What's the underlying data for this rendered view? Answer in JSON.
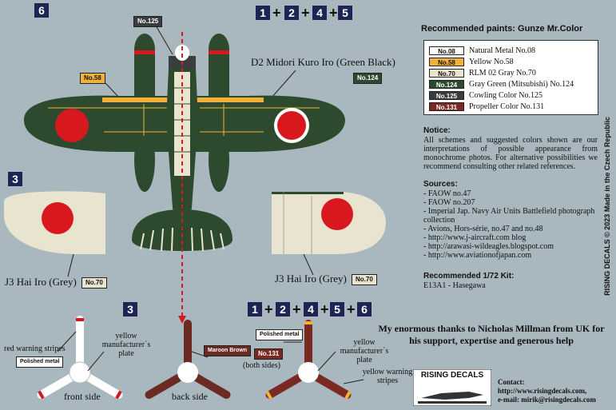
{
  "scheme": {
    "number_6_top": "6",
    "top_group": [
      "1",
      "2",
      "4",
      "5"
    ],
    "plus": "+",
    "number_3_left": "3",
    "number_3_bottom": "3",
    "bottom_group": [
      "1",
      "2",
      "4",
      "5",
      "6"
    ]
  },
  "callouts": {
    "no125": "No.125",
    "no58": "No.58",
    "d2": "D2 Midori Kuro Iro (Green Black)",
    "no124": "No.124",
    "j3_left": "J3 Hai Iro (Grey)",
    "no70_left": "No.70",
    "j3_right": "J3 Hai Iro (Grey)",
    "no70_right": "No.70"
  },
  "props": {
    "red_stripes": "red warning stripes",
    "polished_left": "Polished metal",
    "yellow_plate_left": "yellow manufacturer´s plate",
    "front_side": "front side",
    "maroon": "Maroon Brown",
    "back_side": "back side",
    "polished_right": "Polished metal",
    "no131": "No.131",
    "both_sides": "(both sides)",
    "yellow_plate_right": "yellow manufacturer´s plate",
    "yellow_stripes": "yellow warning stripes"
  },
  "paints": {
    "title": "Recommended paints: Gunze Mr.Color",
    "rows": [
      {
        "code": "No.08",
        "name": "Natural Metal No.08",
        "bg": "#ffffff",
        "fg": "#111111"
      },
      {
        "code": "No.58",
        "name": "Yellow No.58",
        "bg": "#f0b23a",
        "fg": "#111111"
      },
      {
        "code": "No.70",
        "name": "RLM 02 Gray No.70",
        "bg": "#e9e4cf",
        "fg": "#111111"
      },
      {
        "code": "No.124",
        "name": "Gray Green (Mitsubishi) No.124",
        "bg": "#2d4a2e",
        "fg": "#ffffff"
      },
      {
        "code": "No.125",
        "name": "Cowling Color No.125",
        "bg": "#3a3d3e",
        "fg": "#ffffff"
      },
      {
        "code": "No.131",
        "name": "Propeller Color No.131",
        "bg": "#7a2a22",
        "fg": "#ffffff"
      }
    ]
  },
  "notice": {
    "title": "Notice:",
    "text": "All schemes and suggested colors shown are our interpretations of possible appearance from monochrome photos. For alternative possibilities we recommend consulting other related references."
  },
  "sources": {
    "title": "Sources:",
    "items": [
      "- FAOW no.47",
      "- FAOW no.207",
      "- Imperial Jap. Navy Air Units Battlefield photograph collection",
      "- Avions, Hors-série, no.47 and no.48",
      "- http://www.j-aircraft.com blog",
      "- http://arawasi-wildeagles.blogspot.com",
      "- http://www.aviationofjapan.com"
    ]
  },
  "kit": {
    "title": "Recommended 1/72 Kit:",
    "text": "E13A1 - Hasegawa"
  },
  "vertical": "RISING DECALS © 2023 Made in the Czech Republic",
  "thanks": "My enormous thanks to Nicholas Millman from UK for his support, expertise and generous help",
  "logo": "RISING DECALS",
  "contact": {
    "title": "Contact:",
    "web": "http://www.risingdecals.com,",
    "email": "e-mail: mirik@risingdecals.com"
  },
  "colors": {
    "green": "#2d4a2e",
    "grey": "#e9e4cf",
    "red": "#d7191f",
    "yellow": "#f0b23a",
    "navy": "#1c2554",
    "maroon": "#6b2a22"
  }
}
